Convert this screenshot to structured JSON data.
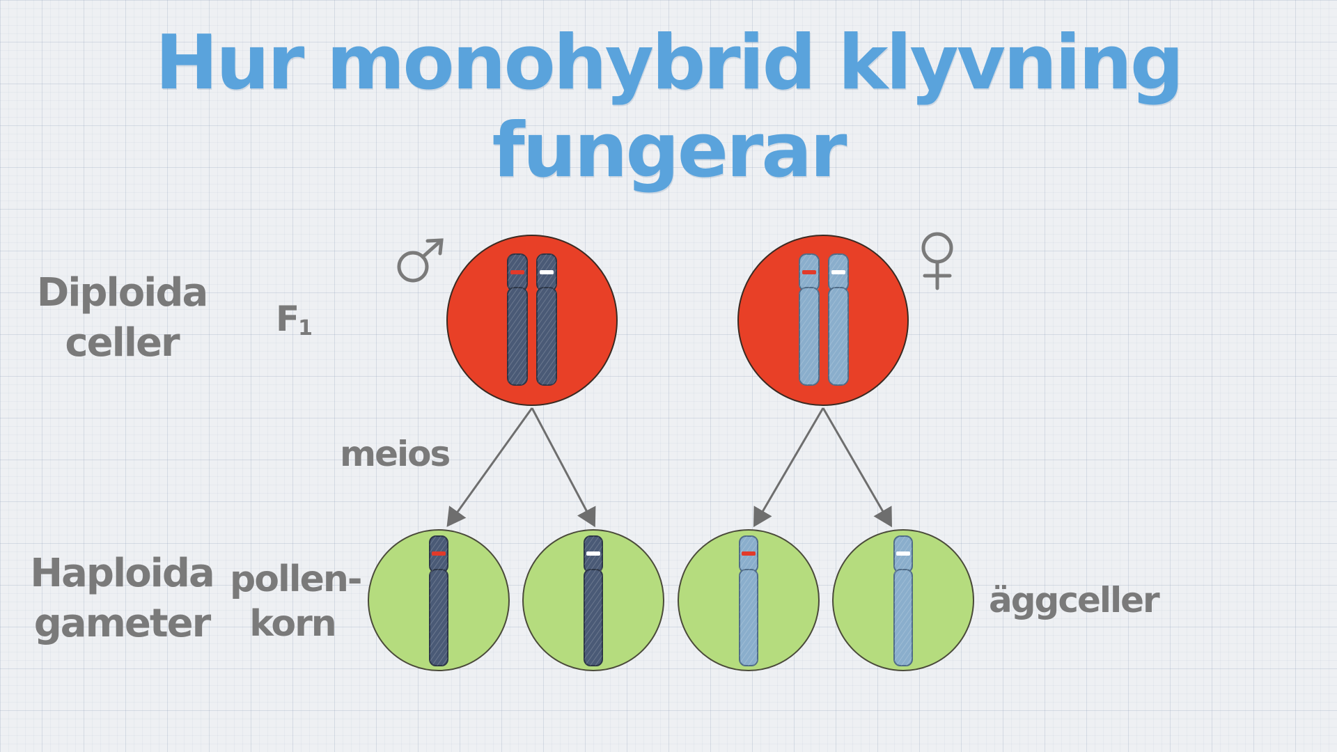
{
  "title": {
    "line1": "Hur monohybrid klyvning",
    "line2": "fungerar"
  },
  "labels": {
    "diploid_line1": "Diploida",
    "diploid_line2": "celler",
    "generation": "F",
    "generation_sub": "1",
    "meiosis": "meios",
    "haploid_line1": "Haploida",
    "haploid_line2": "gameter",
    "pollen_line1": "pollen-",
    "pollen_line2": "korn",
    "eggs": "äggceller"
  },
  "icons": {
    "male": "male-symbol-icon",
    "female": "female-symbol-icon"
  },
  "colors": {
    "title": "#5aa3dc",
    "label": "#7a7a7a",
    "diploid_cell": "#e84027",
    "haploid_cell": "#b5dc7e",
    "male_chromosome": "#4a5a76",
    "female_chromosome": "#8aaecc",
    "allele_red": "#e23a2a",
    "allele_white": "#ffffff",
    "arrow": "#6e6e6e"
  }
}
